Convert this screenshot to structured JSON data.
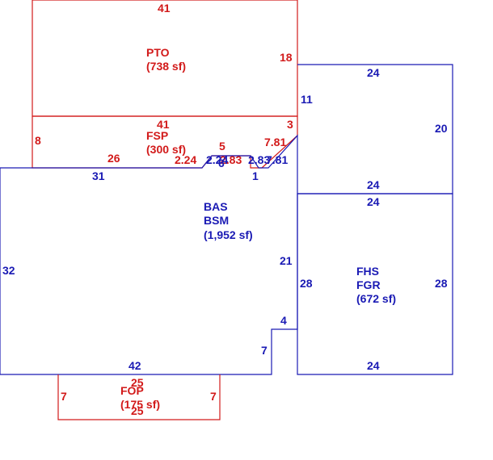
{
  "colors": {
    "red": "#d21a1a",
    "blue": "#1a1ab4"
  },
  "areas": {
    "pto": {
      "code": "PTO",
      "area": "(738 sf)"
    },
    "fsp": {
      "code": "FSP",
      "area": "(300 sf)"
    },
    "bas": {
      "code1": "BAS",
      "code2": "BSM",
      "area": "(1,952 sf)"
    },
    "fhs": {
      "code1": "FHS",
      "code2": "FGR",
      "area": "(672 sf)"
    },
    "fop": {
      "code": "FOP",
      "area": "(175 sf)"
    }
  },
  "dimensions": {
    "pto_top": "41",
    "pto_right": "18",
    "fsp_top": "41",
    "fsp_left": "8",
    "fsp_bottom": "26",
    "fsp_right": "3",
    "fsp_diag_right": "7.81",
    "fsp_diag_left": "2.24",
    "fsp_step": "5",
    "fsp_small": "2.83",
    "bas_step_a": "2.24",
    "bas_step_b": "6",
    "bas_step_c": "2.83",
    "bas_diag": "7.81",
    "bas_one": "1",
    "bas_top_left": "31",
    "bas_left": "32",
    "bas_bottom": "42",
    "bas_right_upper": "21",
    "bas_notch_h": "4",
    "bas_notch_v": "7",
    "bas_right_top": "11",
    "upper_top": "24",
    "upper_right": "20",
    "upper_bottom": "24",
    "fhs_top": "24",
    "fhs_left": "28",
    "fhs_right": "28",
    "fhs_bottom": "24",
    "fop_top": "25",
    "fop_left": "7",
    "fop_right": "7",
    "fop_bottom": "25"
  }
}
